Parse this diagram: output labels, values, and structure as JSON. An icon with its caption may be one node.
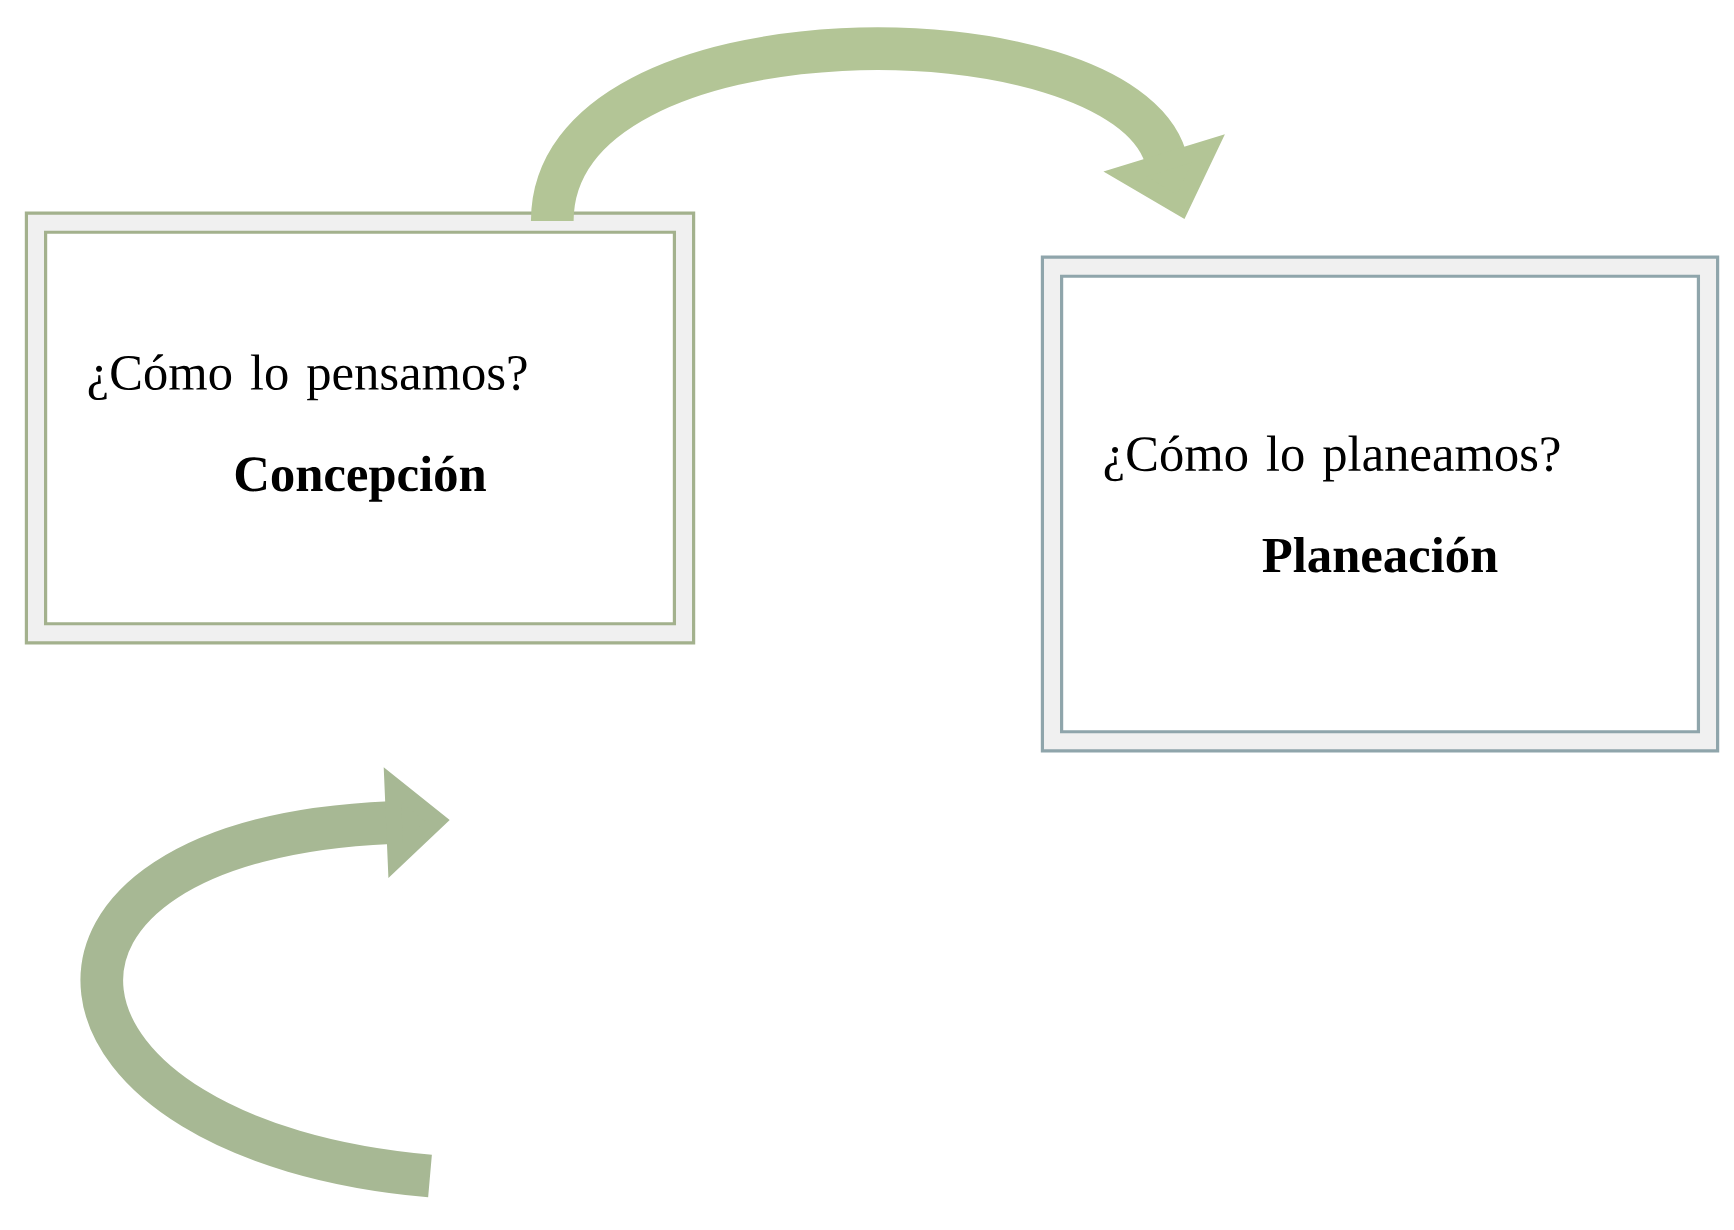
{
  "diagram": {
    "nodes": [
      {
        "text": [
          "¿Cómo lo pensamos?",
          "Concepción"
        ]
      },
      {
        "text": [
          "¿Cómo lo planeamos?",
          "Planeación"
        ]
      }
    ],
    "edges": [
      {
        "from": 0,
        "to": 1,
        "arrow": "to"
      }
    ]
  }
}
